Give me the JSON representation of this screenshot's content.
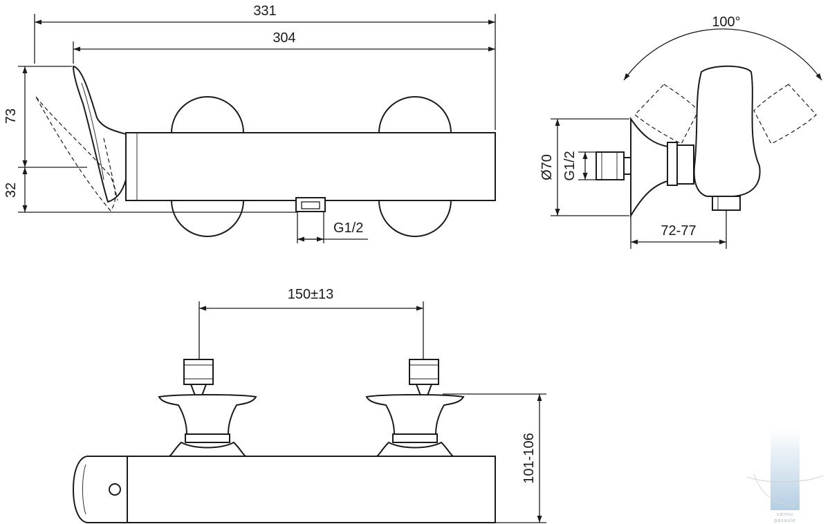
{
  "dimensions": {
    "overall_length": "331",
    "body_length": "304",
    "lever_height": "73",
    "body_height": "32",
    "outlet_thread": "G1/2",
    "swing_angle": "100°",
    "flange_diameter": "Ø70",
    "inlet_thread": "G1/2",
    "wall_projection": "72-77",
    "inlet_spacing": "150±13",
    "installed_depth": "101-106"
  },
  "watermark": {
    "line1": "vannu",
    "line2": "pasaule"
  },
  "colors": {
    "line": "#1a1a1a",
    "background": "#ffffff",
    "watermark": "#bcd3e6"
  }
}
